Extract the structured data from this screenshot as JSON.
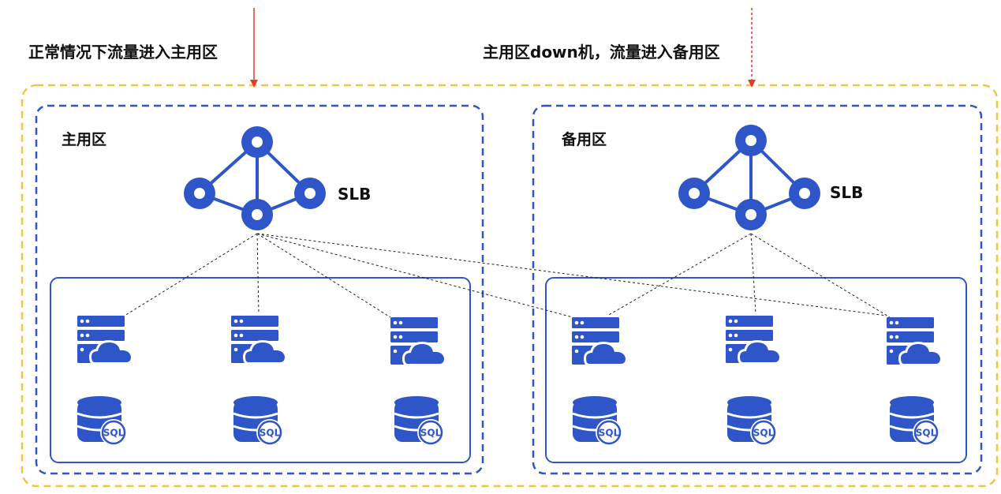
{
  "captions": {
    "normal": "正常情况下流量进入主用区",
    "failover": "主用区down机，流量进入备用区"
  },
  "zones": {
    "primary": {
      "title": "主用区",
      "slb_label": "SLB"
    },
    "backup": {
      "title": "备用区",
      "slb_label": "SLB"
    }
  },
  "icons": {
    "slb": "network-hub-icon",
    "server": "cloud-server-icon",
    "database": "sql-database-icon",
    "database_text": "SQL"
  },
  "colors": {
    "outer_border": "#f5c242",
    "zone_border": "#2f56c8",
    "icon": "#2f56c8",
    "arrow": "#e23b2e",
    "link": "#222222"
  }
}
